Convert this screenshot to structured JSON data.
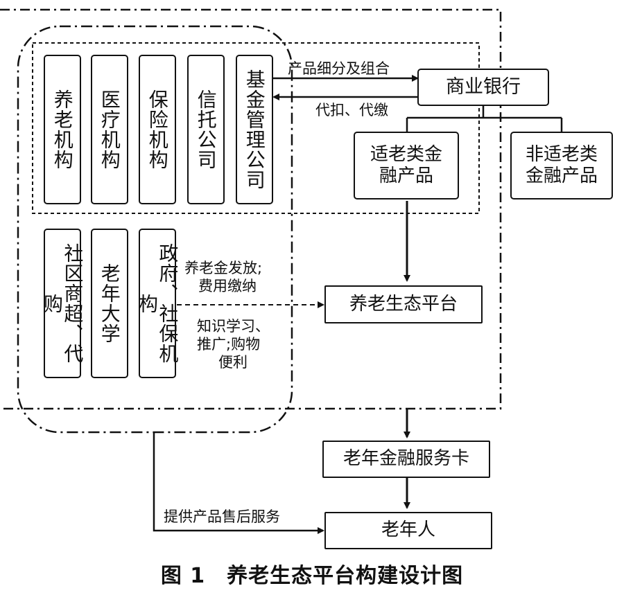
{
  "diagram": {
    "institutions_top": [
      "养老机构",
      "医疗机构",
      "保险机构",
      "信托公司",
      "基金管理公司"
    ],
    "institutions_bottom": [
      "社区商超、代购",
      "老年大学",
      "政府、社保机构"
    ],
    "bank": "商业银行",
    "product_suitable": "适老类金融产品",
    "product_unsuitable": "非适老类金融产品",
    "platform": "养老生态平台",
    "card": "老年金融服务卡",
    "elderly": "老年人",
    "edge_labels": {
      "to_bank": "产品细分及组合",
      "from_bank": "代扣、代缴",
      "gov_line1": "养老金发放;",
      "gov_line2": "费用缴纳",
      "service_line1": "知识学习、",
      "service_line2": "推广;购物",
      "service_line3": "便利",
      "after_sales": "提供产品售后服务"
    }
  },
  "caption": "图 1　养老生态平台构建设计图"
}
